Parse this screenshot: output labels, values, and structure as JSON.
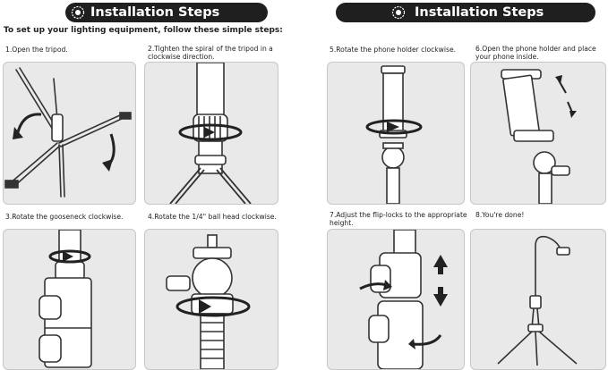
{
  "header": {
    "left_title": "Installation Steps",
    "right_title": "Installation Steps",
    "intro": "To set up your lighting equipment, follow these simple steps:"
  },
  "icons": {
    "title_icon": "gear-icon",
    "arrow": "rotate-arrow-icon"
  },
  "steps": [
    {
      "caption": "1.Open the tripod."
    },
    {
      "caption": "2.Tighten the spiral of the tripod in a clockwise direction."
    },
    {
      "caption": "3.Rotate the gooseneck clockwise."
    },
    {
      "caption": "4.Rotate the 1/4\" ball head clockwise."
    },
    {
      "caption": "5.Rotate the phone holder clockwise."
    },
    {
      "caption": "6.Open the phone holder and place your phone inside."
    },
    {
      "caption": "7.Adjust the flip-locks to the appropriate height."
    },
    {
      "caption": "8.You're done!"
    }
  ],
  "colors": {
    "header_bg": "#1f1f1f",
    "panel_bg": "#e9e9e9",
    "line": "#333333"
  }
}
